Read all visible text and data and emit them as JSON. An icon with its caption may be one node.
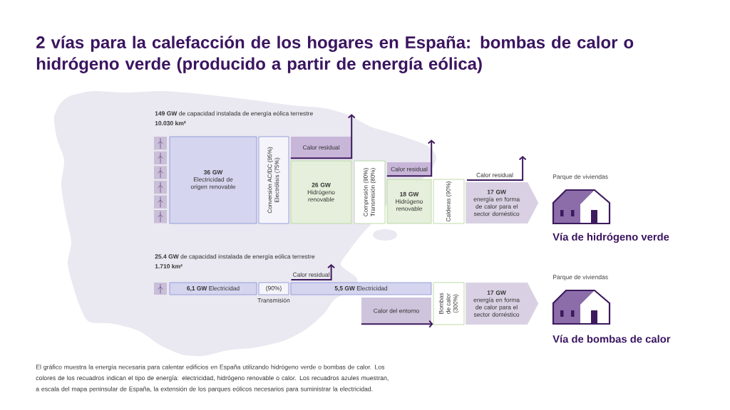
{
  "diagram": {
    "title": "2 vías para la calefacción de los hogares en España: bombas de calor o hidrógeno verde (producido a partir de energía eólica)",
    "caption": "El gráfico muestra la energía necesaria para calentar edificios en España utilizando hidrógeno verde o bombas de calor. Los colores de los recuadros indican el tipo de energía: electricidad, hidrógeno renovable o calor. Los recuadros azules muestran, a escala del mapa peninsular de España, la extensión de los parques eólicos necesarios para suministrar la electricidad.",
    "nodes": [
      {
        "text": [
          "36 GW",
          "Electricidad de origen renovable"
        ]
      },
      {
        "text": [
          "Conversión AC/DC (95%)",
          "Electrólisis (75%)"
        ]
      },
      {
        "text": [
          "Calor residual"
        ]
      },
      {
        "text": [
          "26 GW",
          "Hidrógeno renovable"
        ]
      },
      {
        "text": [
          "Compresión (90%)",
          "Transmisión (80%)"
        ]
      },
      {
        "text": [
          "Calor residual"
        ]
      },
      {
        "text": [
          "18 GW",
          "Hidrógeno renovable"
        ]
      },
      {
        "text": [
          "Calderas (90%)"
        ]
      },
      {
        "text": [
          "Calor residual"
        ]
      },
      {
        "text": [
          "17 GW",
          "energía en forma de calor para el sector doméstico"
        ]
      },
      {
        "text": [
          "**6,1 GW** Electricidad"
        ]
      },
      {
        "text": [
          "(90%)"
        ],
        "beside": [
          "Transmisión"
        ]
      },
      {
        "text": [
          "Calor residual"
        ]
      },
      {
        "text": [
          "**5,5 GW** Electricidad"
        ]
      },
      {
        "text": [
          "Calor del entorno"
        ]
      },
      {
        "text": [
          "Bombas de calor (300%)"
        ]
      },
      {
        "text": [
          "17 GW",
          "energía en forma de calor para el sector doméstico"
        ]
      }
    ],
    "edges": [
      {
        "from": 2,
        "to": null,
        "arrow": "to"
      },
      {
        "from": 5,
        "to": null,
        "arrow": "to"
      },
      {
        "from": 8,
        "to": null,
        "arrow": "to"
      },
      {
        "from": 12,
        "to": null,
        "arrow": "to"
      },
      {
        "from": 14,
        "to": 15,
        "arrow": "to"
      }
    ],
    "labels": [
      "**149 GW** de capacidad instalada de energía eólica terrestre",
      "10.030 km²",
      "Parque de viviendas",
      "Vía de hidrógeno verde",
      "**25.4 GW** de capacidad instalada de energía eólica terrestre",
      "1.710 km²",
      "Parque de viviendas",
      "Vía de bombas de calor"
    ]
  }
}
